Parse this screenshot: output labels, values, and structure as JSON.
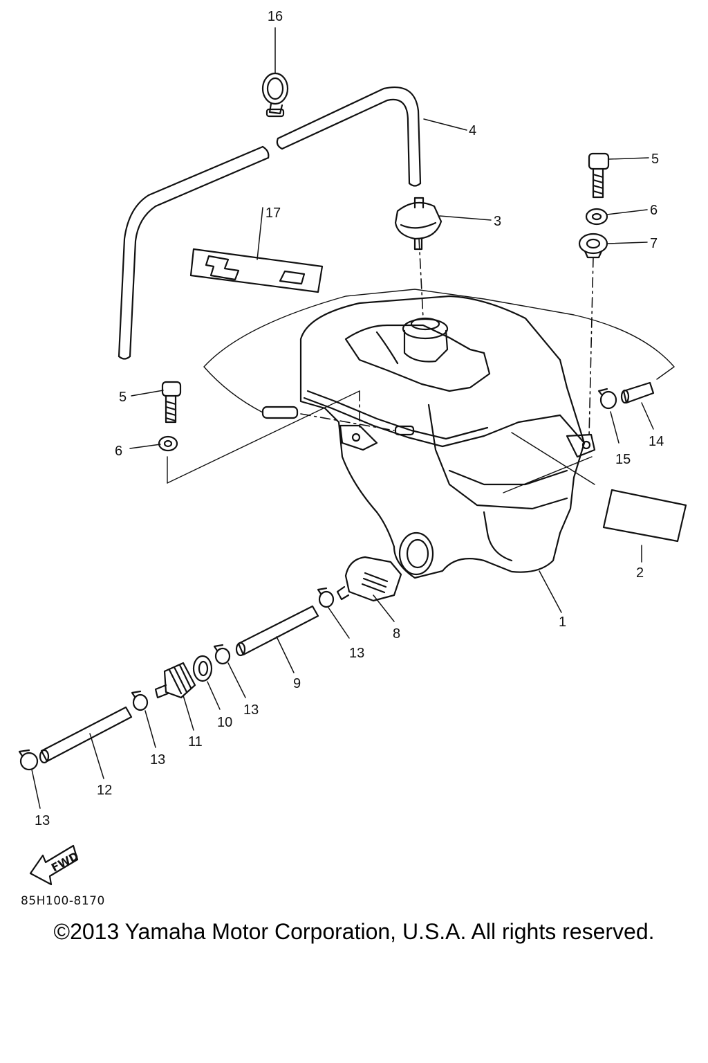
{
  "diagram": {
    "callouts": {
      "c1": "1",
      "c2": "2",
      "c3": "3",
      "c4": "4",
      "c5a": "5",
      "c5b": "5",
      "c6a": "6",
      "c6b": "6",
      "c7": "7",
      "c8": "8",
      "c9": "9",
      "c10": "10",
      "c11": "11",
      "c12": "12",
      "c13a": "13",
      "c13b": "13",
      "c13c": "13",
      "c13d": "13",
      "c14": "14",
      "c15": "15",
      "c16": "16",
      "c17": "17"
    },
    "fwd_label": "FWD",
    "diagram_code": "85H100-8170",
    "copyright": "©2013 Yamaha Motor Corporation, U.S.A. All rights reserved."
  }
}
